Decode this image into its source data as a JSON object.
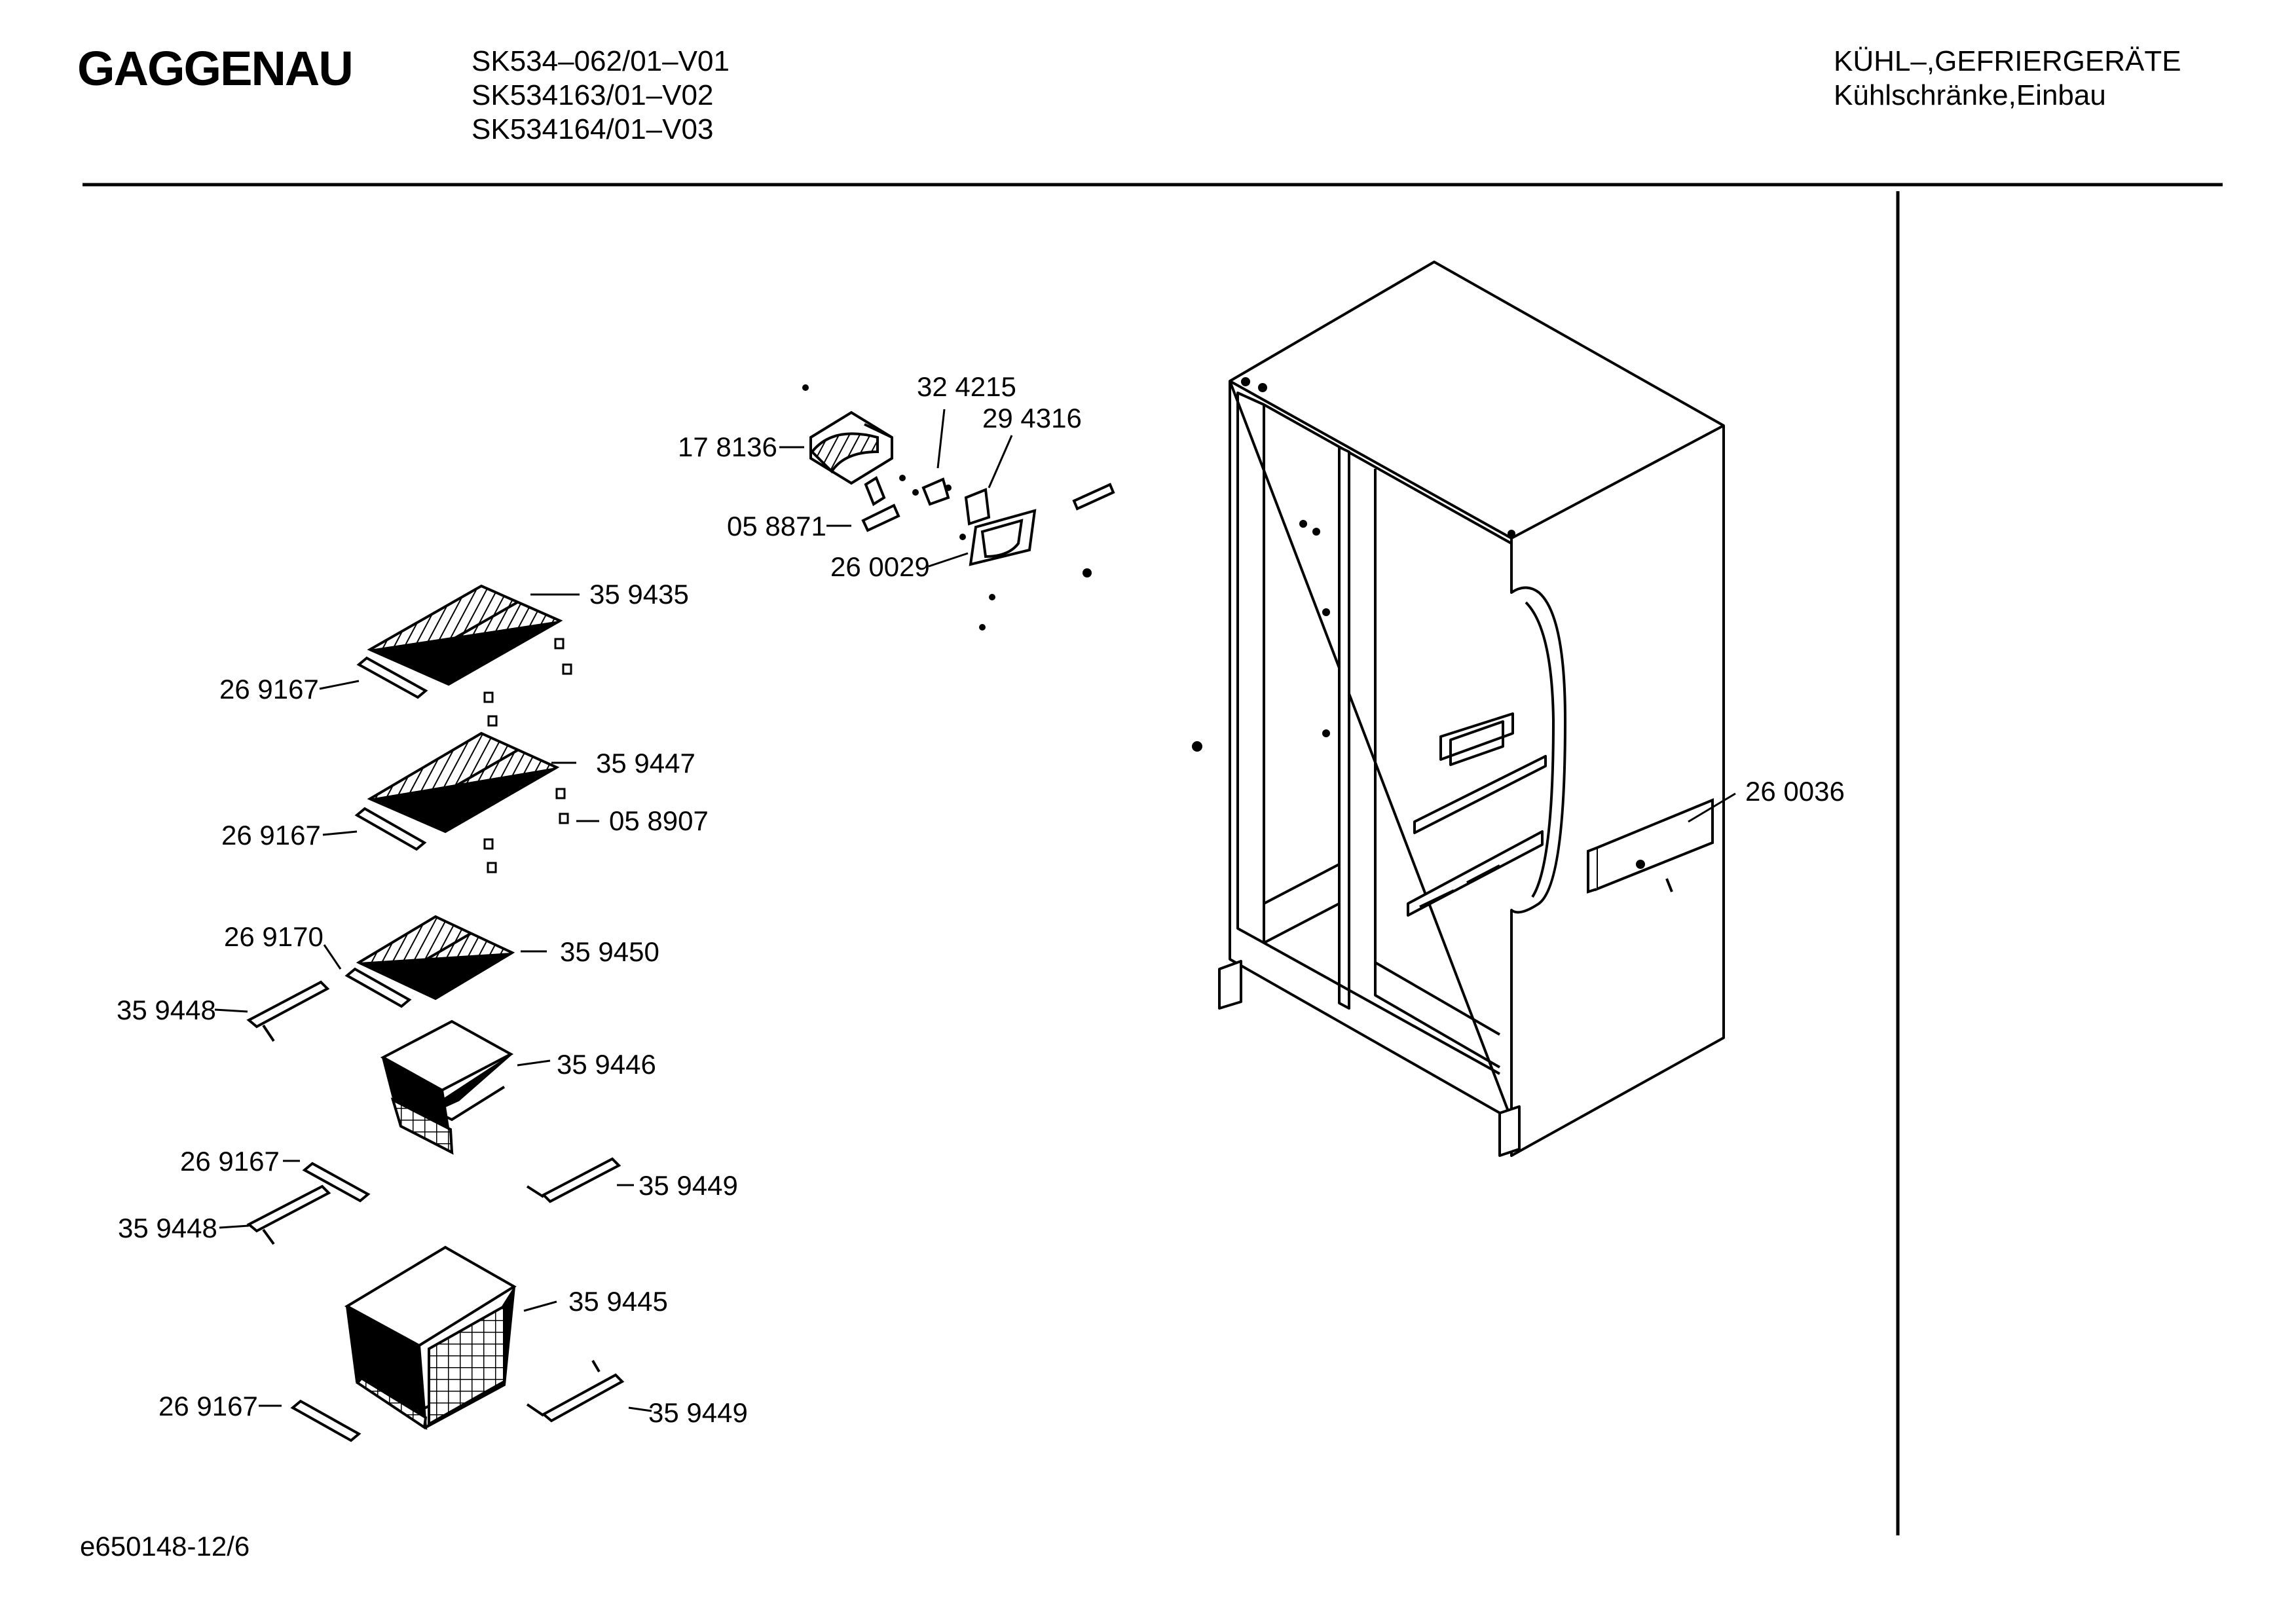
{
  "header": {
    "brand": "GAGGENAU",
    "models": [
      "SK534–062/01–V01",
      "SK534163/01–V02",
      "SK534164/01–V03"
    ],
    "category": "KÜHL–,GEFRIERGERÄTE",
    "subcategory": "Kühlschränke,Einbau"
  },
  "parts": [
    {
      "number": "17 8136"
    },
    {
      "number": "32 4215"
    },
    {
      "number": "29 4316"
    },
    {
      "number": "05 8871"
    },
    {
      "number": "26 0029"
    },
    {
      "number": "35 9435"
    },
    {
      "number": "26 9167"
    },
    {
      "number": "35 9447"
    },
    {
      "number": "26 9167"
    },
    {
      "number": "05 8907"
    },
    {
      "number": "26 9170"
    },
    {
      "number": "35 9450"
    },
    {
      "number": "35 9448"
    },
    {
      "number": "35 9446"
    },
    {
      "number": "26 9167"
    },
    {
      "number": "35 9449"
    },
    {
      "number": "35 9448"
    },
    {
      "number": "35 9445"
    },
    {
      "number": "26 9167"
    },
    {
      "number": "35 9449"
    },
    {
      "number": "26 0036"
    }
  ],
  "footer": {
    "drawing_id": "e650148-12/6"
  },
  "colors": {
    "ink": "#000000",
    "paper": "#ffffff"
  }
}
